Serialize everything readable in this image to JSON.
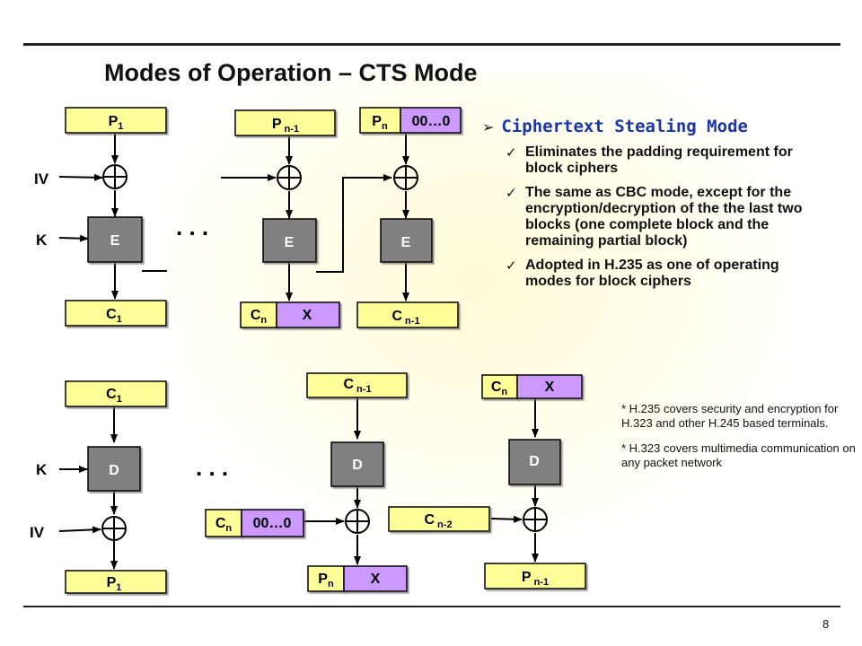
{
  "title": "Modes of Operation – CTS Mode",
  "page_number": "8",
  "colors": {
    "block_fill": "#ffff99",
    "partial_fill": "#cc99ff",
    "cipher_fill": "#808080",
    "bullet_title": "#1a36a8"
  },
  "bullets": {
    "title": "Ciphertext Stealing Mode",
    "items": [
      "Eliminates the padding requirement for block ciphers",
      "The same as CBC mode, except for the encryption/decryption of the the last two blocks (one complete block and the remaining partial block)",
      "Adopted in H.235 as one of operating modes for block ciphers"
    ]
  },
  "notes": [
    "* H.235 covers security and encryption for H.323 and other H.245 based terminals.",
    "* H.323 covers multimedia communication on any packet network"
  ],
  "encrypt": {
    "p1": {
      "main": "P",
      "sub": "1"
    },
    "pn1": {
      "main": "P",
      "sub": " n-1"
    },
    "pn": {
      "main": "P",
      "sub": "n"
    },
    "pad": "00…0",
    "iv": "IV",
    "k": "K",
    "e": "E",
    "c1": {
      "main": "C",
      "sub": "1"
    },
    "cn": {
      "main": "C",
      "sub": "n"
    },
    "x": "X",
    "cn1": {
      "main": "C",
      "sub": " n-1"
    },
    "dots": ". . ."
  },
  "decrypt": {
    "c1": {
      "main": "C",
      "sub": "1"
    },
    "k": "K",
    "iv": "IV",
    "d": "D",
    "p1": {
      "main": "P",
      "sub": "1"
    },
    "cn1": {
      "main": "C",
      "sub": " n-1"
    },
    "cn": {
      "main": "C",
      "sub": "n"
    },
    "x": "X",
    "pad": "00…0",
    "pn": {
      "main": "P",
      "sub": "n"
    },
    "cn2": {
      "main": "C",
      "sub": " n-2"
    },
    "pn1": {
      "main": "P",
      "sub": " n-1"
    },
    "dots": ". . ."
  }
}
